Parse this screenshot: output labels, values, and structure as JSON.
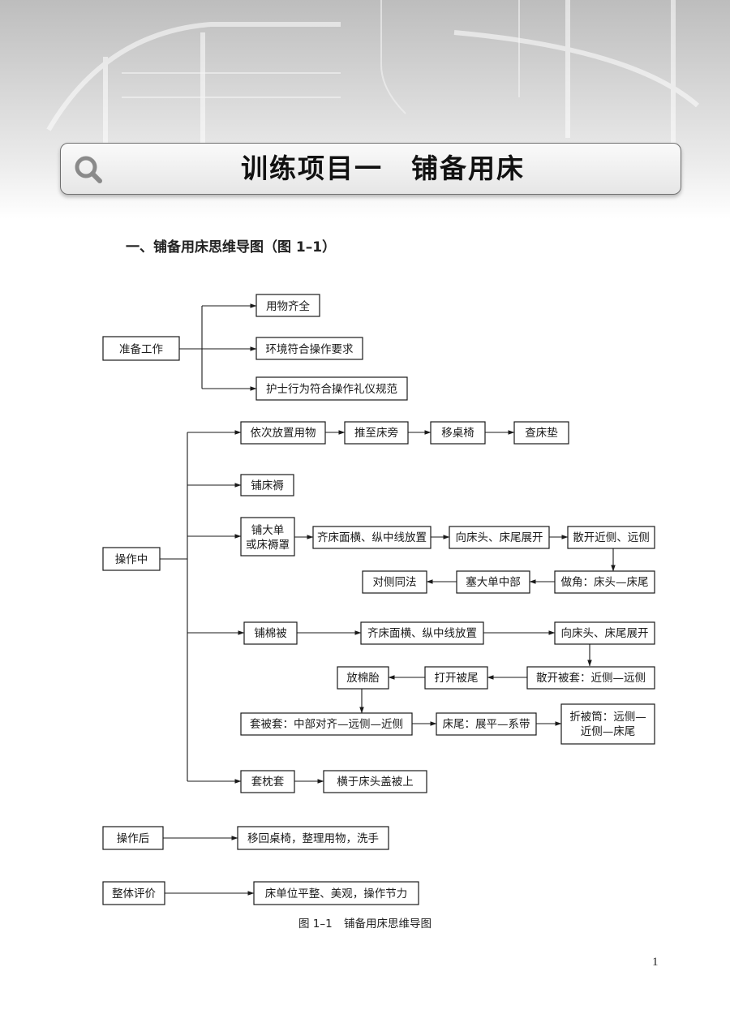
{
  "banner": {
    "title": "训练项目一　铺备用床",
    "icon": "magnifier-icon"
  },
  "section": {
    "title": "一、铺备用床思维导图（图 1–1）"
  },
  "caption": {
    "number": "图 1–1",
    "text": "铺备用床思维导图"
  },
  "page_number": "1",
  "mindmap": {
    "prep": {
      "label": "准备工作",
      "items": [
        "用物齐全",
        "环境符合操作要求",
        "护士行为符合操作礼仪规范"
      ]
    },
    "during": {
      "label": "操作中",
      "placing": [
        "依次放置用物",
        "推至床旁",
        "移桌椅",
        "查床垫"
      ],
      "mattress": "铺床褥",
      "sheet": {
        "label_line1": "铺大单",
        "label_line2": "或床褥罩",
        "steps": [
          "齐床面横、纵中线放置",
          "向床头、床尾展开",
          "散开近侧、远侧",
          "做角：床头—床尾",
          "塞大单中部",
          "对侧同法"
        ]
      },
      "quilt": {
        "label": "铺棉被",
        "steps": [
          "齐床面横、纵中线放置",
          "向床头、床尾展开",
          "散开被套：近侧—远侧",
          "打开被尾",
          "放棉胎",
          "套被套：中部对齐—远侧—近侧",
          "床尾：展平—系带"
        ],
        "fold_line1": "折被筒：远侧—",
        "fold_line2": "近侧—床尾"
      },
      "pillow": {
        "label": "套枕套",
        "step": "横于床头盖被上"
      }
    },
    "after": {
      "label": "操作后",
      "step": "移回桌椅，整理用物，洗手"
    },
    "evaluation": {
      "label": "整体评价",
      "step": "床单位平整、美观，操作节力"
    }
  }
}
